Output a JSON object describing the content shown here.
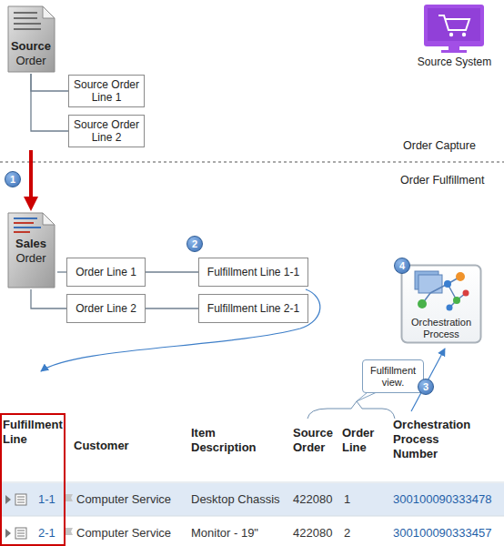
{
  "diagram": {
    "nodes": [
      {
        "text": [
          "Source",
          "Order"
        ]
      },
      {
        "text": [
          "Source Order Line 1"
        ]
      },
      {
        "text": [
          "Source Order Line 2"
        ]
      },
      {
        "text": [
          "Source System"
        ]
      },
      {
        "text": [
          "Sales",
          "Order"
        ]
      },
      {
        "text": [
          "Order Line 1"
        ]
      },
      {
        "text": [
          "Fulfillment Line 1-1"
        ]
      },
      {
        "text": [
          "Order Line 2"
        ]
      },
      {
        "text": [
          "Fulfillment Line 2-1"
        ]
      },
      {
        "text": [
          "Orchestration Process"
        ]
      },
      {
        "text": [
          "Fulfillment view."
        ]
      }
    ],
    "edges": [
      {
        "from": 0,
        "to": 4,
        "arrow": "to"
      },
      {
        "from": 0,
        "to": 1,
        "arrow": "none"
      },
      {
        "from": 0,
        "to": 2,
        "arrow": "none"
      },
      {
        "from": 4,
        "to": 5,
        "arrow": "none"
      },
      {
        "from": 4,
        "to": 7,
        "arrow": "none"
      },
      {
        "from": 5,
        "to": 6,
        "arrow": "none"
      },
      {
        "from": 7,
        "to": 8,
        "arrow": "none"
      }
    ],
    "labels": [
      "Order Capture",
      "Order Fulfillment",
      "1",
      "2",
      "4",
      "3",
      "Fulfillment Line",
      "Customer",
      "Item Description",
      "Source Order",
      "Order Line",
      "Orchestration Process Number",
      "1-1",
      "Computer Service",
      "Desktop Chassis",
      "422080",
      "1",
      "300100090333478",
      "2-1",
      "Computer Service",
      "Monitor - 19\"",
      "422080",
      "2",
      "300100090333457"
    ]
  }
}
